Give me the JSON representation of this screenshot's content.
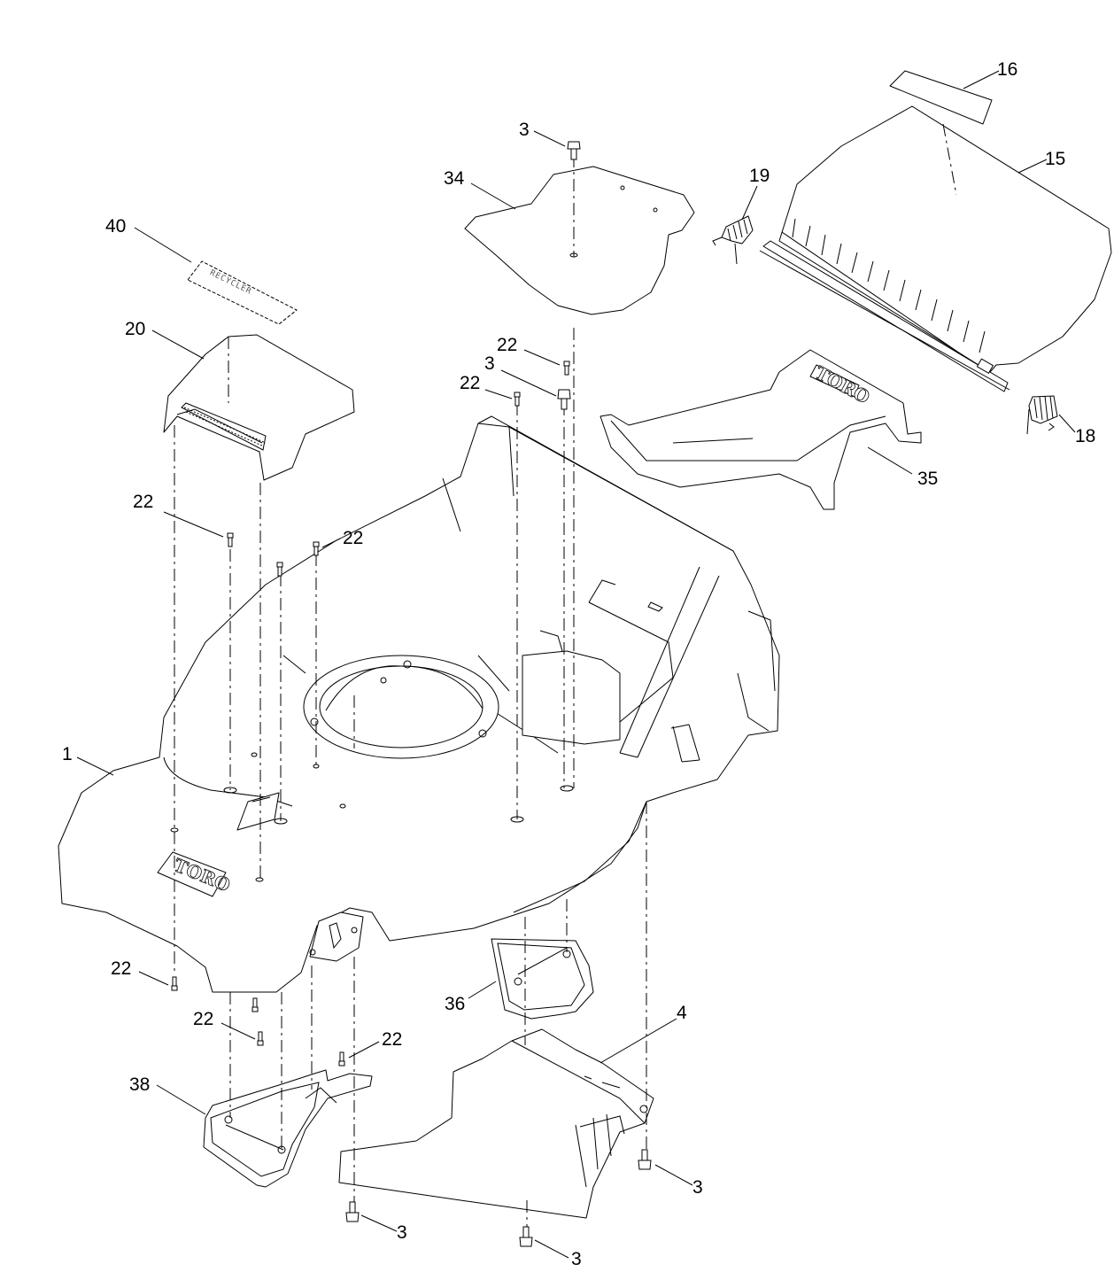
{
  "diagram": {
    "callouts": [
      {
        "id": "c16",
        "label": "16"
      },
      {
        "id": "c15",
        "label": "15"
      },
      {
        "id": "c19",
        "label": "19"
      },
      {
        "id": "c18",
        "label": "18"
      },
      {
        "id": "c35",
        "label": "35"
      },
      {
        "id": "c3a",
        "label": "3"
      },
      {
        "id": "c34",
        "label": "34"
      },
      {
        "id": "c40",
        "label": "40"
      },
      {
        "id": "c20",
        "label": "20"
      },
      {
        "id": "c22a",
        "label": "22"
      },
      {
        "id": "c3b",
        "label": "3"
      },
      {
        "id": "c22b",
        "label": "22"
      },
      {
        "id": "c22c",
        "label": "22"
      },
      {
        "id": "c22d",
        "label": "22"
      },
      {
        "id": "c1",
        "label": "1"
      },
      {
        "id": "c22e",
        "label": "22"
      },
      {
        "id": "c36",
        "label": "36"
      },
      {
        "id": "c4",
        "label": "4"
      },
      {
        "id": "c22f",
        "label": "22"
      },
      {
        "id": "c22g",
        "label": "22"
      },
      {
        "id": "c38",
        "label": "38"
      },
      {
        "id": "c3c",
        "label": "3"
      },
      {
        "id": "c3d",
        "label": "3"
      },
      {
        "id": "c3e",
        "label": "3"
      }
    ],
    "logos": {
      "deck_logo": "TORO",
      "chute_logo": "TORO"
    },
    "decal_40_text": "RECYCLER"
  }
}
